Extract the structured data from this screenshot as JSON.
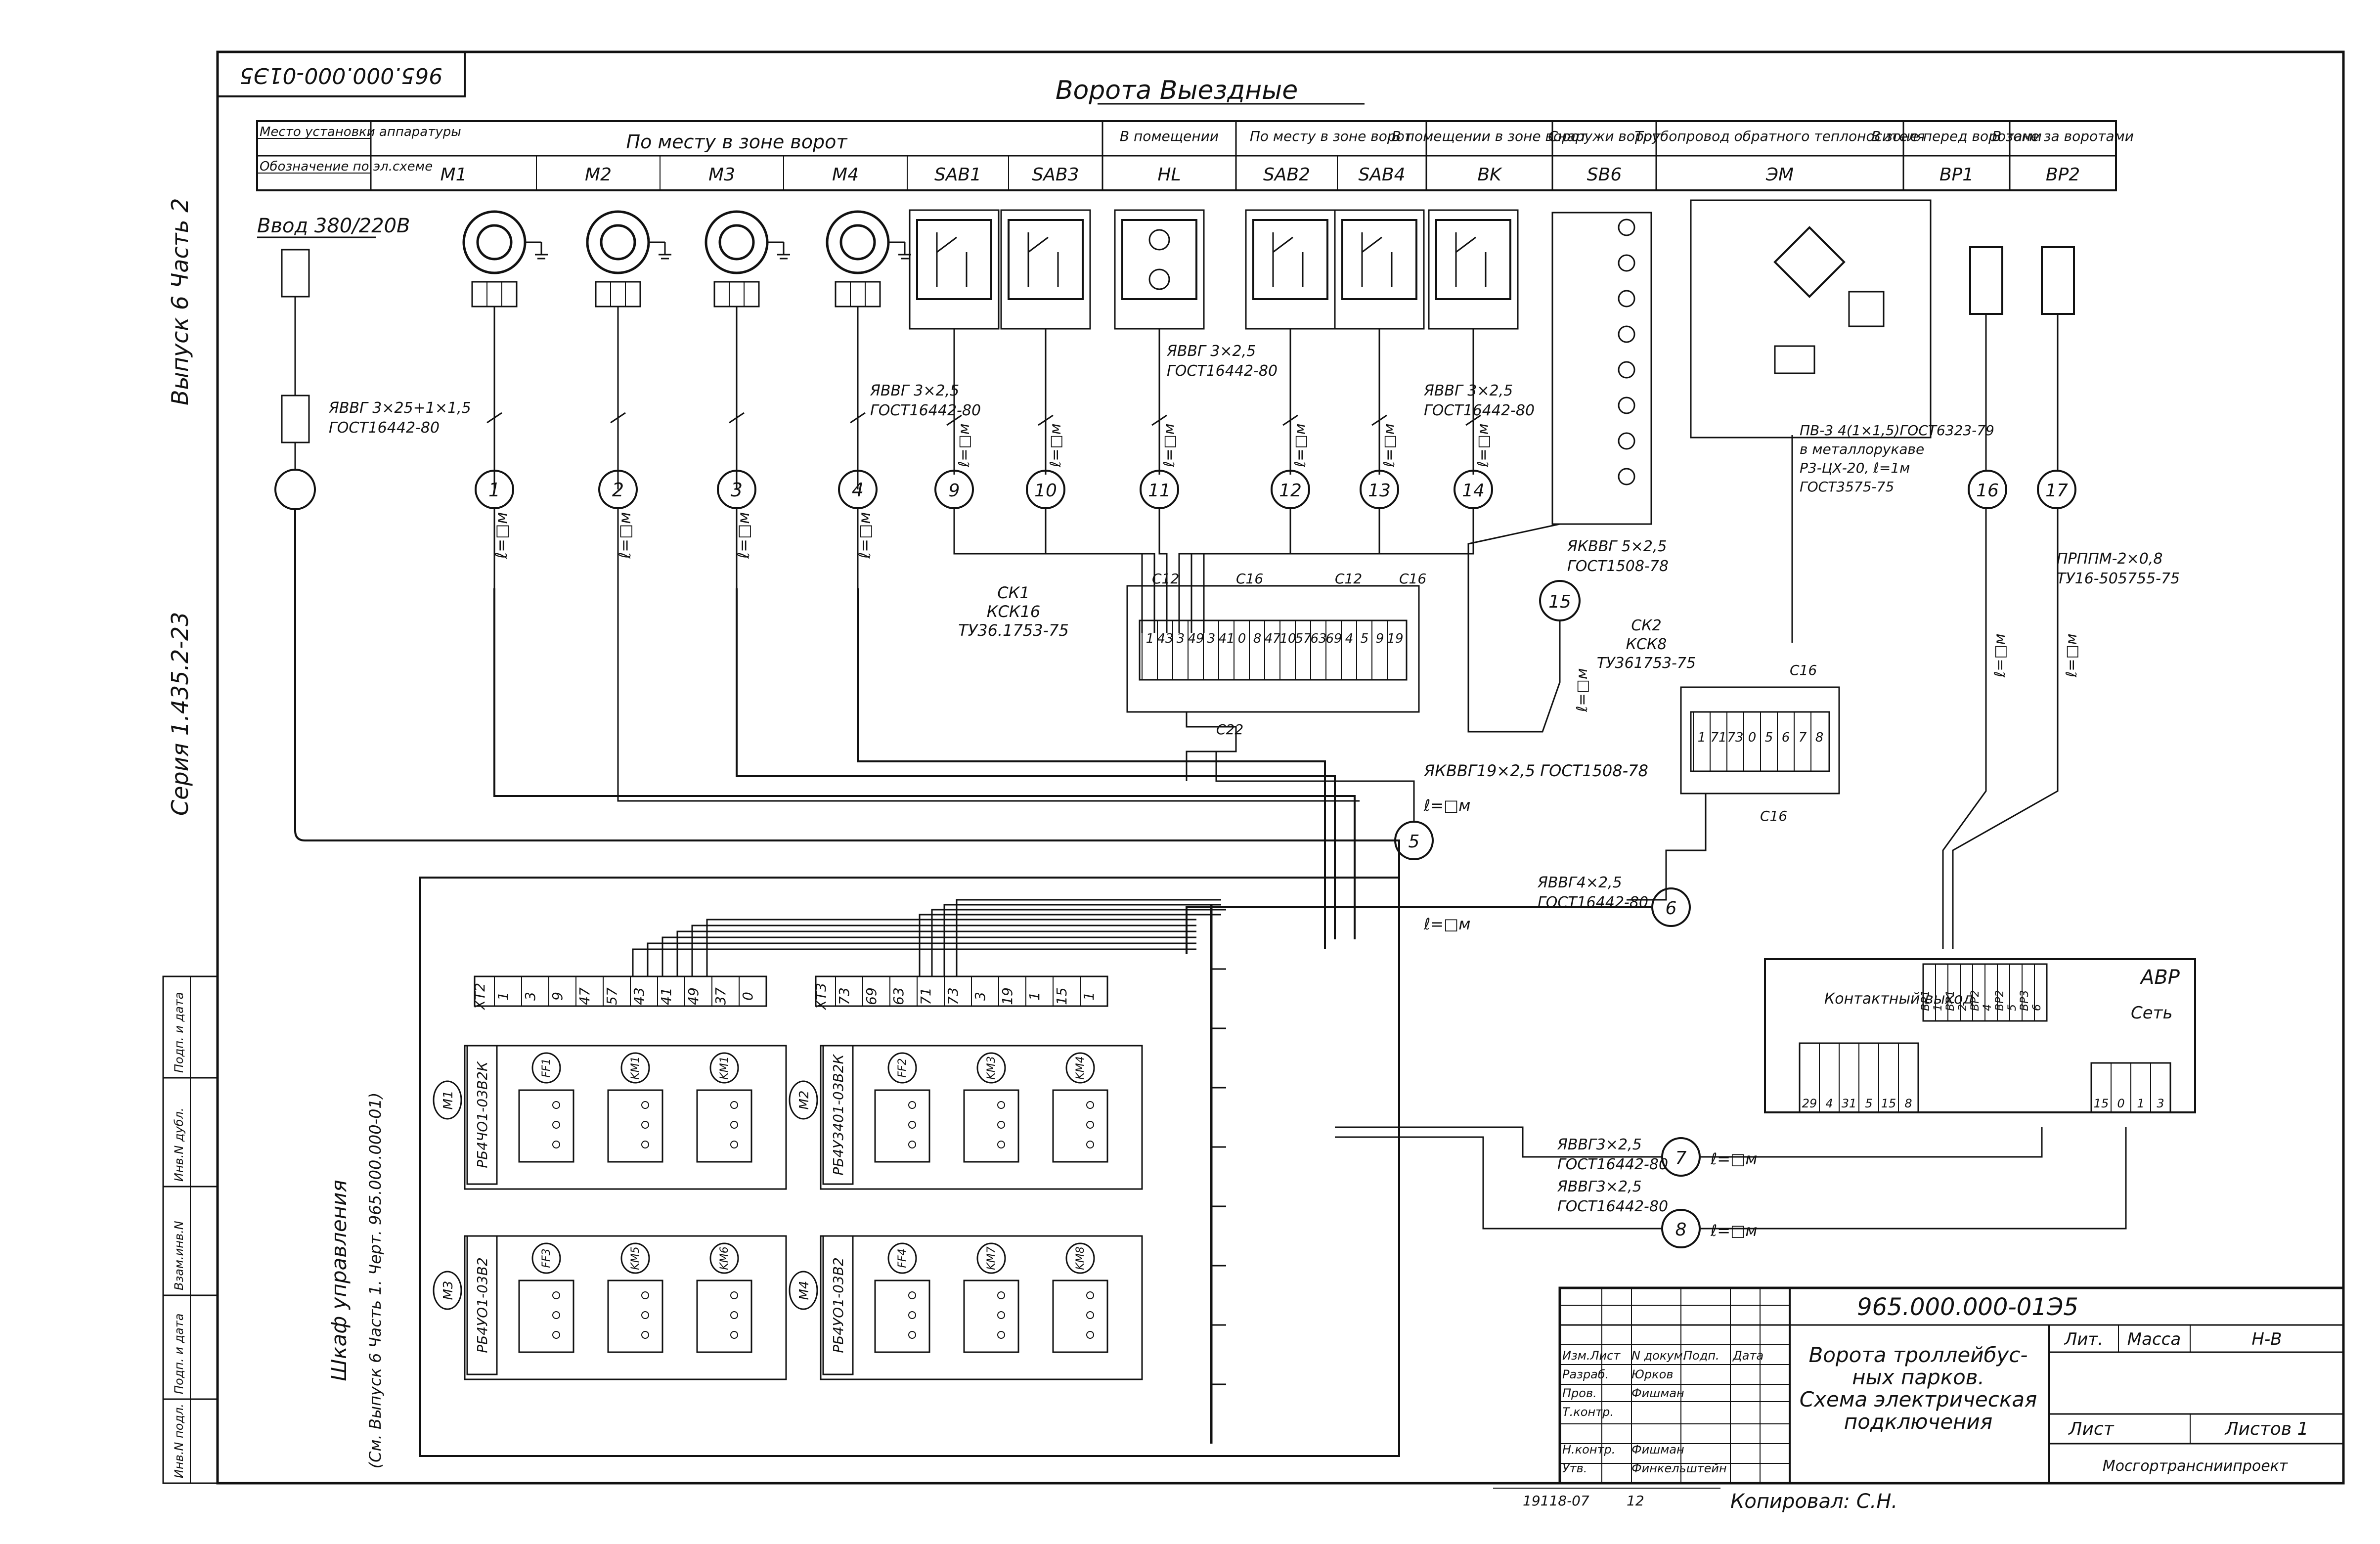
{
  "header": {
    "rotated_code": "965.000.000-01Э5",
    "title": "Ворота Выездные"
  },
  "side_labels": {
    "vypusk": "Выпуск 6 Часть 2",
    "seriya": "Серия 1.435.2-23"
  },
  "table": {
    "row_labels": [
      "Место установки аппаратуры",
      "Обозначение по эл.схеме"
    ],
    "groups": [
      {
        "name": "По месту в зоне ворот",
        "cols": [
          "M1",
          "M2",
          "M3",
          "M4",
          "SAB1",
          "SAB3"
        ]
      },
      {
        "name": "В помещении",
        "cols": [
          "HL"
        ]
      },
      {
        "name": "По месту в зоне ворот",
        "cols": [
          "SAB2",
          "SAB4"
        ]
      },
      {
        "name": "В помещении в зоне ворот",
        "cols": [
          "BK"
        ]
      },
      {
        "name": "Снаружи ворот",
        "cols": [
          "SB6"
        ]
      },
      {
        "name": "Трубопровод обратного теплоносителя",
        "cols": [
          "ЭМ"
        ]
      },
      {
        "name": "В зоне перед воротами",
        "cols": [
          "BP1"
        ]
      },
      {
        "name": "В зоне за воротами",
        "cols": [
          "BP2"
        ]
      }
    ]
  },
  "vvod": "Ввод 380/220В",
  "cable_labels": {
    "c1": [
      "ЯВВГ 3×25+1×1,5",
      "ГОСТ16442-80"
    ],
    "c2": [
      "ЯВВГ 3×2,5",
      "ГОСТ16442-80"
    ],
    "c3": [
      "ЯВВГ 3×2,5",
      "ГОСТ16442-80"
    ],
    "c4": [
      "ЯВВГ 3×2,5",
      "ГОСТ16442-80"
    ],
    "c5": [
      "ЯКВВГ 5×2,5",
      "ГОСТ1508-78"
    ],
    "c6": [
      "ПВ-3 4(1×1,5)ГОСТ6323-79",
      "в металлорукаве",
      "Р3-ЦХ-20, ℓ=1м",
      "ГОСТ3575-75"
    ],
    "c7": [
      "ПРППМ-2×0,8",
      "ТУ16-505755-75"
    ],
    "c8": [
      "ЯКВВГ19×2,5 ГОСТ1508-78"
    ],
    "c9": [
      "ЯВВГ4×2,5",
      "ГОСТ16442-80"
    ],
    "c10": [
      "ЯВВГ3×2,5",
      "ГОСТ16442-80"
    ],
    "c11": [
      "ЯВВГ3×2,5",
      "ГОСТ16442-80"
    ]
  },
  "length_label": "ℓ=□м",
  "circle_numbers": [
    "1",
    "2",
    "3",
    "4",
    "5",
    "6",
    "7",
    "8",
    "9",
    "10",
    "11",
    "12",
    "13",
    "14",
    "15",
    "16",
    "17"
  ],
  "junction_boxes": {
    "ck1": [
      "СК1",
      "КСК16",
      "ТУ36.1753-75"
    ],
    "ck2": [
      "СК2",
      "КСК8",
      "ТУ361753-75"
    ],
    "ck1_terms": [
      "1",
      "43",
      "3",
      "49",
      "3",
      "41",
      "0",
      "8",
      "47",
      "10",
      "57",
      "63",
      "69",
      "4",
      "5",
      "9",
      "19"
    ],
    "ck2_terms": [
      "1",
      "71",
      "73",
      "0",
      "5",
      "6",
      "7",
      "8"
    ],
    "gland_labels": [
      "С12",
      "С16",
      "С12",
      "С16",
      "С22",
      "С16",
      "С16"
    ]
  },
  "avr": {
    "title": "АВР",
    "kontakt": "Контактный выход",
    "set": "Сеть",
    "p1_terms": [
      "BP1",
      "1",
      "BP1",
      "2",
      "BP2",
      "4",
      "BP2",
      "5",
      "BP3",
      "6"
    ],
    "p4_terms": [
      "29",
      "4",
      "31",
      "5",
      "15",
      "8"
    ],
    "p2_terms": [
      "15",
      "0",
      "1",
      "3"
    ]
  },
  "cabinet": {
    "label": [
      "Шкаф управления",
      "(См. Выпуск 6 Часть 1. Черт. 965.000.000-01)"
    ],
    "xt2": [
      "XT2",
      "1",
      "3",
      "9",
      "47",
      "57",
      "43",
      "41",
      "49",
      "37",
      "0"
    ],
    "xt3": [
      "XT3",
      "73",
      "69",
      "63",
      "71",
      "73",
      "3",
      "19",
      "1",
      "15",
      "1"
    ],
    "units": [
      {
        "m": "M1",
        "name": "РБ4ЧО1-03В2К",
        "devs": [
          "FF1",
          "KM1",
          "KM1"
        ]
      },
      {
        "m": "M2",
        "name": "РБ4У3401-03В2К",
        "devs": [
          "FF2",
          "KM3",
          "KM4"
        ]
      },
      {
        "m": "M3",
        "name": "РБ4УО1-03В2",
        "devs": [
          "FF3",
          "KM5",
          "KM6"
        ]
      },
      {
        "m": "M4",
        "name": "РБ4УО1-03В2",
        "devs": [
          "FF4",
          "KM7",
          "KM8"
        ]
      }
    ]
  },
  "title_block": {
    "doc_code": "965.000.000-01Э5",
    "title": [
      "Ворота троллейбус-",
      "ных парков.",
      "Схема электрическая",
      "подключения"
    ],
    "lit": "Лит.",
    "massa": "Масса",
    "scale": "Н-В",
    "list": "Лист",
    "listov": "Листов 1",
    "org": "Мосгортрансниипроект",
    "rows": [
      [
        "Изм.Лист",
        "N докум.",
        "Подп.",
        "Дата"
      ],
      [
        "Разраб.",
        "Юрков",
        "",
        ""
      ],
      [
        "Пров.",
        "Фишман",
        "",
        ""
      ],
      [
        "Т.контр.",
        "",
        "",
        ""
      ],
      [
        "",
        "",
        "",
        ""
      ],
      [
        "Н.контр.",
        "Фишман",
        "",
        ""
      ],
      [
        "Утв.",
        "Финкельштейн",
        "",
        ""
      ]
    ],
    "kopiroval": "Копировал: С.Н.",
    "bottom_num": "19118-07",
    "bottom_num2": "12"
  },
  "left_strip": [
    "Инв.N подл.",
    "Подп. и дата",
    "Взам.инв.N",
    "Инв.N дубл.",
    "Подп. и дата"
  ]
}
